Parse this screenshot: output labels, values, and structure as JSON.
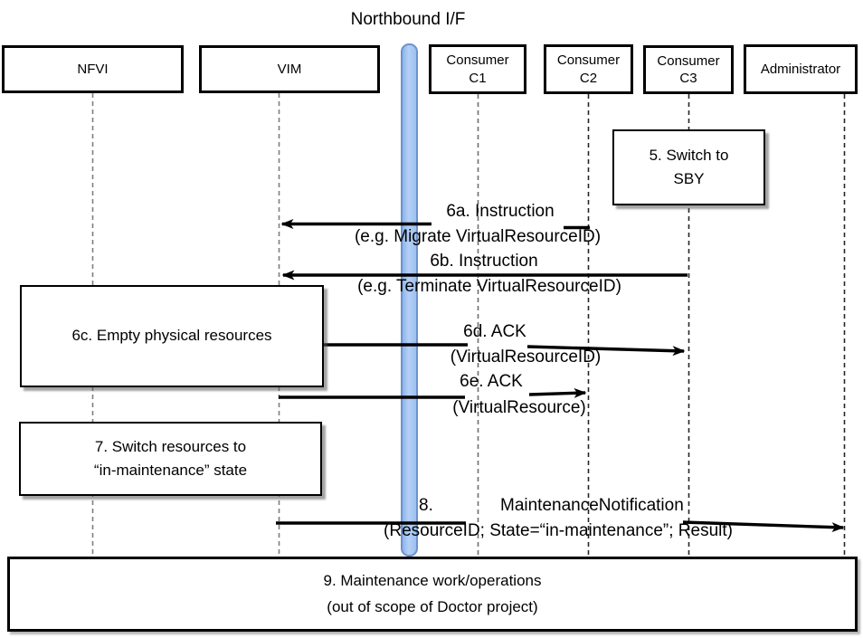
{
  "title": "Northbound I/F",
  "actors": {
    "nfvi": {
      "label": "NFVI"
    },
    "vim": {
      "label": "VIM"
    },
    "c1": {
      "line1": "Consumer",
      "line2": "C1"
    },
    "c2": {
      "line1": "Consumer",
      "line2": "C2"
    },
    "c3": {
      "line1": "Consumer",
      "line2": "C3"
    },
    "admin": {
      "label": "Administrator"
    }
  },
  "steps": {
    "s5": {
      "line1": "5. Switch to",
      "line2": "SBY"
    },
    "s6c": {
      "label": "6c. Empty physical resources"
    },
    "s7": {
      "line1": "7. Switch resources to",
      "line2": "“in-maintenance” state"
    },
    "s9": {
      "line1": "9. Maintenance work/operations",
      "line2": "(out of scope of Doctor project)"
    }
  },
  "messages": {
    "m6a": {
      "label": "6a. Instruction",
      "sub": "(e.g. Migrate VirtualResourceID)"
    },
    "m6b": {
      "label": "6b. Instruction",
      "sub": "(e.g. Terminate VirtualResourceID)"
    },
    "m6d": {
      "label": "6d. ACK",
      "sub": "(VirtualResourceID)"
    },
    "m6e": {
      "label": "6e. ACK",
      "sub": "(VirtualResource)"
    },
    "m8": {
      "number": "8.",
      "label": "MaintenanceNotification",
      "sub": "(ResourceID; State=“in-maintenance”; Result)"
    }
  },
  "colors": {
    "northbound_bar_fill": "#a6c6f2",
    "northbound_bar_border": "#6c92cf",
    "arrow": "#000000",
    "lifeline_gray": "#7f7f7f",
    "lifeline_dark": "#262626",
    "box_border": "#000000",
    "box_fill": "#ffffff"
  }
}
